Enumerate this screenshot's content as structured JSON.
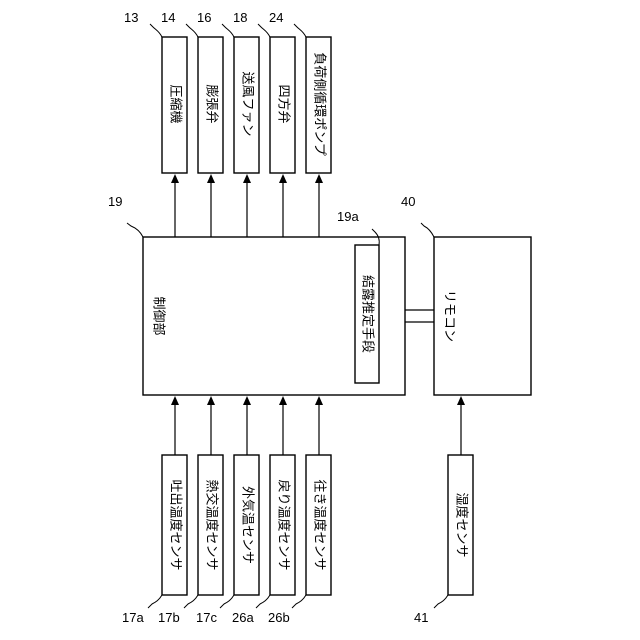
{
  "top_boxes": [
    {
      "ref": "13",
      "label": "圧縮機"
    },
    {
      "ref": "14",
      "label": "膨張弁"
    },
    {
      "ref": "16",
      "label": "送風ファン"
    },
    {
      "ref": "18",
      "label": "四方弁"
    },
    {
      "ref": "24",
      "label": "負荷側循環ポンプ"
    }
  ],
  "controller": {
    "ref": "19",
    "label": "制御部"
  },
  "estimator": {
    "ref": "19a",
    "label": "結露推定手段"
  },
  "remote": {
    "ref": "40",
    "label": "リモコン"
  },
  "sensors": [
    {
      "ref": "17a",
      "label": "吐出温度センサ"
    },
    {
      "ref": "17b",
      "label": "熱交温度センサ"
    },
    {
      "ref": "17c",
      "label": "外気温センサ"
    },
    {
      "ref": "26a",
      "label": "戻り温度センサ"
    },
    {
      "ref": "26b",
      "label": "往き温度センサ"
    }
  ],
  "humidity_sensor": {
    "ref": "41",
    "label": "湿度センサ"
  }
}
